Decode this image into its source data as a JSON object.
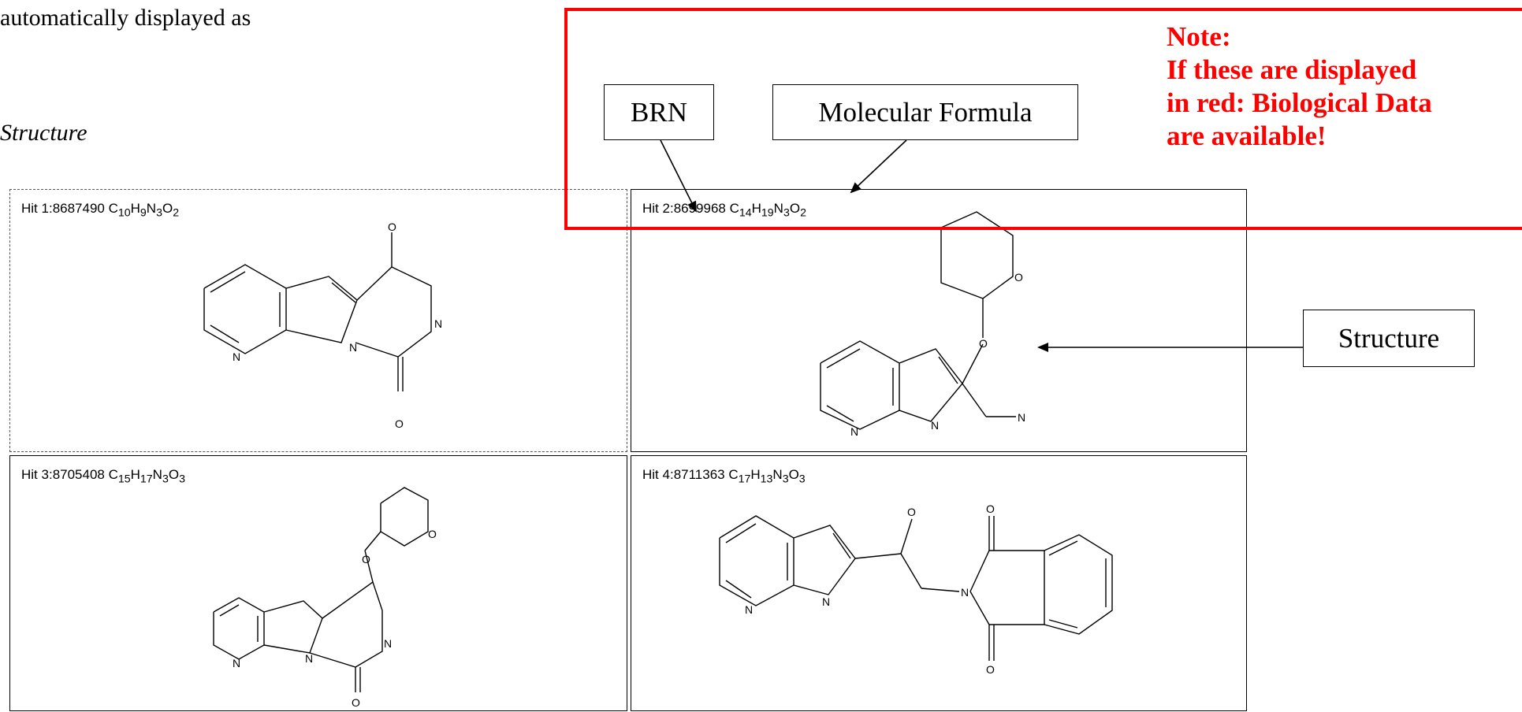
{
  "intro": {
    "line1": "automatically displayed as",
    "section": "Structure"
  },
  "note": {
    "line1": "Note:",
    "line2": "If these are displayed",
    "line3": "in red: Biological Data",
    "line4": "are available!"
  },
  "callouts": {
    "brn": "BRN",
    "formula": "Molecular Formula",
    "structure": "Structure"
  },
  "hits": [
    {
      "label": "Hit 1:",
      "brn": "8687490",
      "formula": [
        "C",
        "10",
        "H",
        "9",
        "N",
        "3",
        "O",
        "2"
      ],
      "atoms": [
        "O",
        "N",
        "N",
        "N",
        "O"
      ]
    },
    {
      "label": "Hit 2:",
      "brn": "8699968",
      "formula": [
        "C",
        "14",
        "H",
        "19",
        "N",
        "3",
        "O",
        "2"
      ],
      "atoms": [
        "O",
        "O",
        "N",
        "N",
        "N"
      ]
    },
    {
      "label": "Hit 3:",
      "brn": "8705408",
      "formula": [
        "C",
        "15",
        "H",
        "17",
        "N",
        "3",
        "O",
        "3"
      ],
      "atoms": [
        "O",
        "O",
        "N",
        "N",
        "N",
        "O"
      ]
    },
    {
      "label": "Hit 4:",
      "brn": "8711363",
      "formula": [
        "C",
        "17",
        "H",
        "13",
        "N",
        "3",
        "O",
        "3"
      ],
      "atoms": [
        "O",
        "O",
        "N",
        "N",
        "N",
        "O"
      ]
    }
  ],
  "colors": {
    "highlight": "#ff0000",
    "text": "#000000"
  }
}
